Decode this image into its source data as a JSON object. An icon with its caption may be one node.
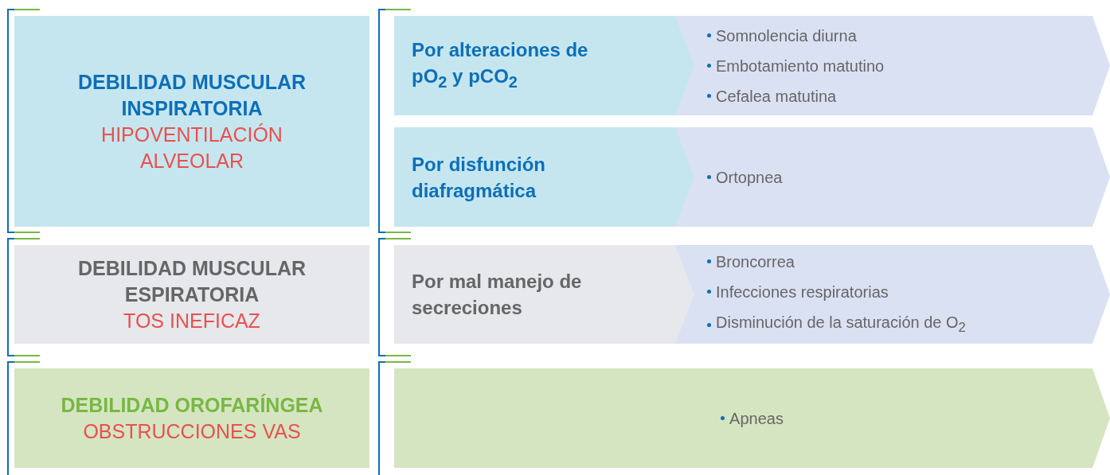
{
  "diagram": {
    "nodes": [
      {
        "text": [
          "DEBILIDAD MUSCULAR INSPIRATORIA",
          "HIPOVENTILACIÓN ALVEOLAR"
        ]
      },
      {
        "text": [
          "Por alteraciones de pO$_{2}$ y pCO$_{2}$"
        ]
      },
      {
        "text": [
          "Somnolencia diurna",
          "Embotamiento matutino",
          "Cefalea matutina"
        ]
      },
      {
        "text": [
          "Por disfunción diafragmática"
        ]
      },
      {
        "text": [
          "Ortopnea"
        ]
      },
      {
        "text": [
          "DEBILIDAD MUSCULAR ESPIRATORIA",
          "TOS INEFICAZ"
        ]
      },
      {
        "text": [
          "Por mal manejo de secreciones"
        ]
      },
      {
        "text": [
          "Broncorrea",
          "Infecciones respiratorias",
          "Disminución de la saturación de O$_{2}$"
        ]
      },
      {
        "text": [
          "DEBILIDAD OROFARÍNGEA",
          "OBSTRUCCIONES VAS"
        ]
      },
      {
        "text": [
          "Apneas"
        ]
      }
    ]
  }
}
